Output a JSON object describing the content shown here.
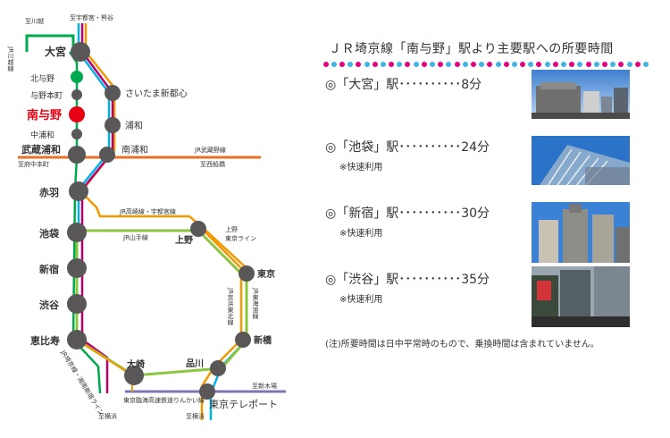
{
  "map": {
    "stations": {
      "omiya": "大宮",
      "kitayono": "北与野",
      "yonohommachi": "与野本町",
      "minamiyono": "南与野",
      "nakaurawa": "中浦和",
      "musashiurawa": "武蔵浦和",
      "saitamashintoshin": "さいたま新都心",
      "urawa": "浦和",
      "minamiurawa": "南浦和",
      "akabane": "赤羽",
      "ikebukuro": "池袋",
      "shinjuku": "新宿",
      "shibuya": "渋谷",
      "ebisu": "恵比寿",
      "osaki": "大崎",
      "shinagawa": "品川",
      "shimbashi": "新橋",
      "tokyo": "東京",
      "ueno": "上野",
      "tokyoteleport": "東京テレポート"
    },
    "labels": {
      "to_kawagoe": "至川越",
      "to_utsunomiya": "至宇都宮・熊谷",
      "jr_kawagoe": "JR川越線",
      "jr_musashino": "JR武蔵野線",
      "to_fuchuhommachi": "至府中本町",
      "to_nishifunabashi": "至西船橋",
      "jr_takasaki_utsunomiya": "JR高崎線・宇都宮線",
      "jr_yamanote": "JR山手線",
      "ueno_tokyo_line": "上野東京ライン",
      "ueno_tokyo_line_1": "上野",
      "ueno_tokyo_line_2": "東京ライン",
      "jr_keihin_tohoku": "JR京浜東北線",
      "jr_tokaido": "JR東海道線",
      "jr_saikyo_shonan": "JR埼京線・湘南新宿ライン",
      "rinkai": "東京臨海高速鉄道りんかい線",
      "to_shinkiba": "至新木場",
      "to_yokohama_a": "至横浜",
      "to_yokohama_b": "至横浜"
    }
  },
  "info": {
    "title": "ＪＲ埼京線「南与野」駅より主要駅への所要時間",
    "dot_colors": [
      "#e6007e",
      "#41b4e6"
    ],
    "routes": [
      {
        "station": "◎「大宮」駅",
        "dots": "･･････････",
        "time": "8分",
        "note": ""
      },
      {
        "station": "◎「池袋」駅",
        "dots": "･･････････",
        "time": "24分",
        "note": "※快速利用"
      },
      {
        "station": "◎「新宿」駅",
        "dots": "･･････････",
        "time": "30分",
        "note": "※快速利用"
      },
      {
        "station": "◎「渋谷」駅",
        "dots": "･･････････",
        "time": "35分",
        "note": "※快速利用"
      }
    ],
    "footnote": "(注)所要時間は日中平常時のもので、乗換時間は含まれていません。"
  },
  "colors": {
    "saikyo": "#00a94f",
    "keihin": "#00b2e5",
    "utsunomiya": "#f39800",
    "yamanote": "#8cc63f",
    "musashino": "#e8702a",
    "kawagoe": "#00a94f",
    "shonan": "#b5006e",
    "rinkai": "#7b76b5",
    "station": "#595757",
    "highlight_station": "#e60012",
    "kitayono_node": "#00a94f"
  }
}
